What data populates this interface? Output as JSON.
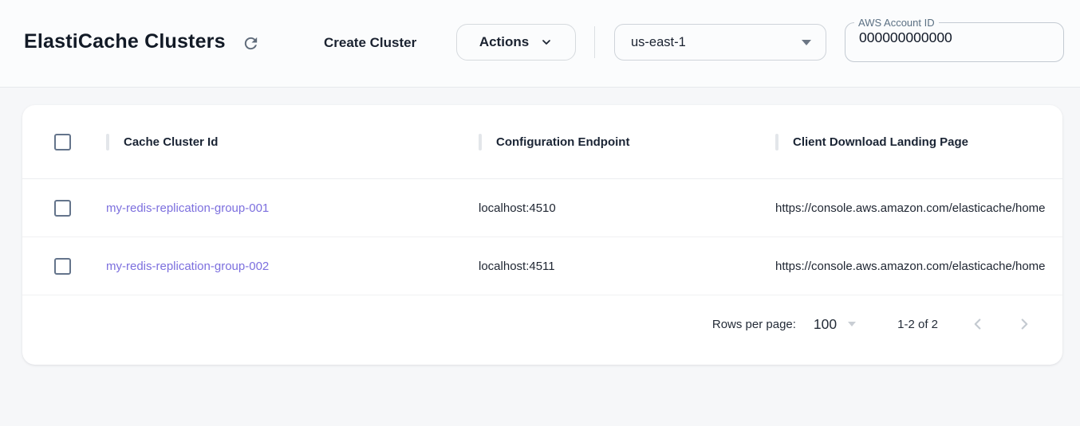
{
  "header": {
    "title": "ElastiCache Clusters",
    "create_button_label": "Create Cluster",
    "actions_button_label": "Actions",
    "region_selected": "us-east-1",
    "account_field": {
      "label": "AWS Account ID",
      "value": "000000000000"
    }
  },
  "table": {
    "columns": {
      "id": "Cache Cluster Id",
      "endpoint": "Configuration Endpoint",
      "landing_page": "Client Download Landing Page"
    },
    "rows": [
      {
        "id": "my-redis-replication-group-001",
        "endpoint": "localhost:4510",
        "landing_page": "https://console.aws.amazon.com/elasticache/home"
      },
      {
        "id": "my-redis-replication-group-002",
        "endpoint": "localhost:4511",
        "landing_page": "https://console.aws.amazon.com/elasticache/home"
      }
    ]
  },
  "pagination": {
    "rows_per_page_label": "Rows per page:",
    "rows_per_page_value": "100",
    "range_label": "1-2 of 2"
  },
  "colors": {
    "link": "#7c6fde",
    "icon_slate": "#5f6b7a",
    "checkbox_border": "#64748b",
    "disabled_nav": "#c4cad1"
  }
}
